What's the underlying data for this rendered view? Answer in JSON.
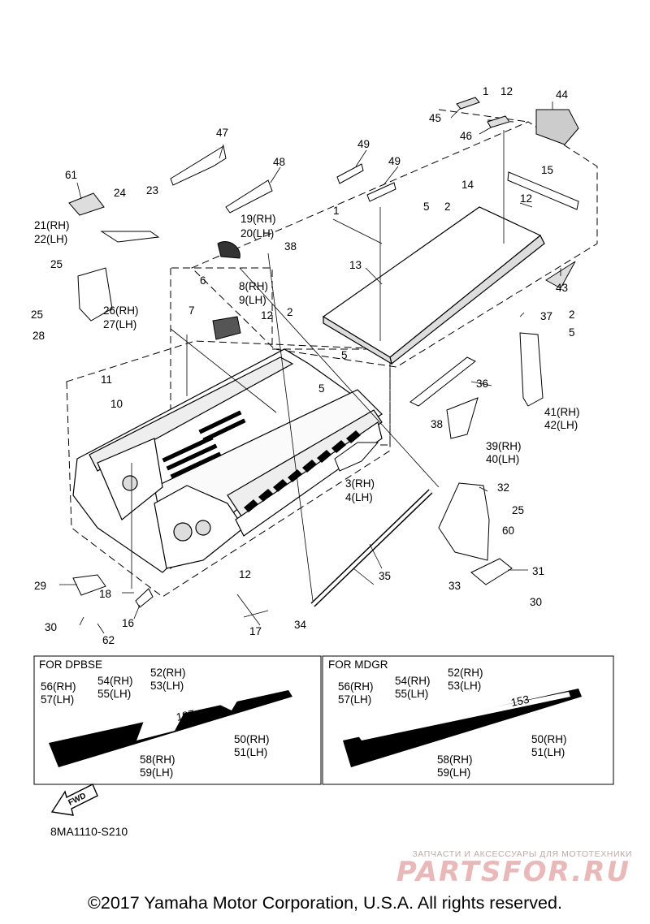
{
  "diagram": {
    "labels": [
      "1",
      "12",
      "44",
      "45",
      "46",
      "47",
      "48",
      "49",
      "49",
      "61",
      "24",
      "23",
      "19(RH)",
      "20(LH)",
      "21(RH)",
      "22(LH)",
      "25",
      "38",
      "1",
      "5",
      "2",
      "14",
      "15",
      "12",
      "13",
      "43",
      "6",
      "8(RH)",
      "9(LH)",
      "26(RH)",
      "27(LH)",
      "7",
      "25",
      "28",
      "12",
      "2",
      "37",
      "2",
      "5",
      "11",
      "5",
      "5",
      "10",
      "36",
      "41(RH)",
      "42(LH)",
      "38",
      "39(RH)",
      "40(LH)",
      "3(RH)",
      "4(LH)",
      "32",
      "25",
      "60",
      "33",
      "31",
      "35",
      "29",
      "18",
      "12",
      "30",
      "30",
      "16",
      "34",
      "17",
      "62"
    ],
    "box_dpbse": {
      "title": "FOR DPBSE",
      "labels": [
        "56(RH)",
        "57(LH)",
        "54(RH)",
        "55(LH)",
        "52(RH)",
        "53(LH)",
        "50(RH)",
        "51(LH)",
        "58(RH)",
        "59(LH)"
      ],
      "decal_text": "187"
    },
    "box_mdgr": {
      "title": "FOR MDGR",
      "labels": [
        "56(RH)",
        "57(LH)",
        "54(RH)",
        "55(LH)",
        "52(RH)",
        "53(LH)",
        "50(RH)",
        "51(LH)",
        "58(RH)",
        "59(LH)"
      ],
      "decal_text": "153"
    },
    "fwd_label": "FWD",
    "drawing_code": "8MA1110-S210",
    "copyright": "©2017 Yamaha Motor Corporation, U.S.A. All rights reserved."
  },
  "watermark": {
    "tagline": "ЗАПЧАСТИ И АКСЕССУАРЫ ДЛЯ МОТОТЕХНИКИ",
    "logo": "PARTSFOR.RU",
    "color": "#e9b9b9"
  }
}
